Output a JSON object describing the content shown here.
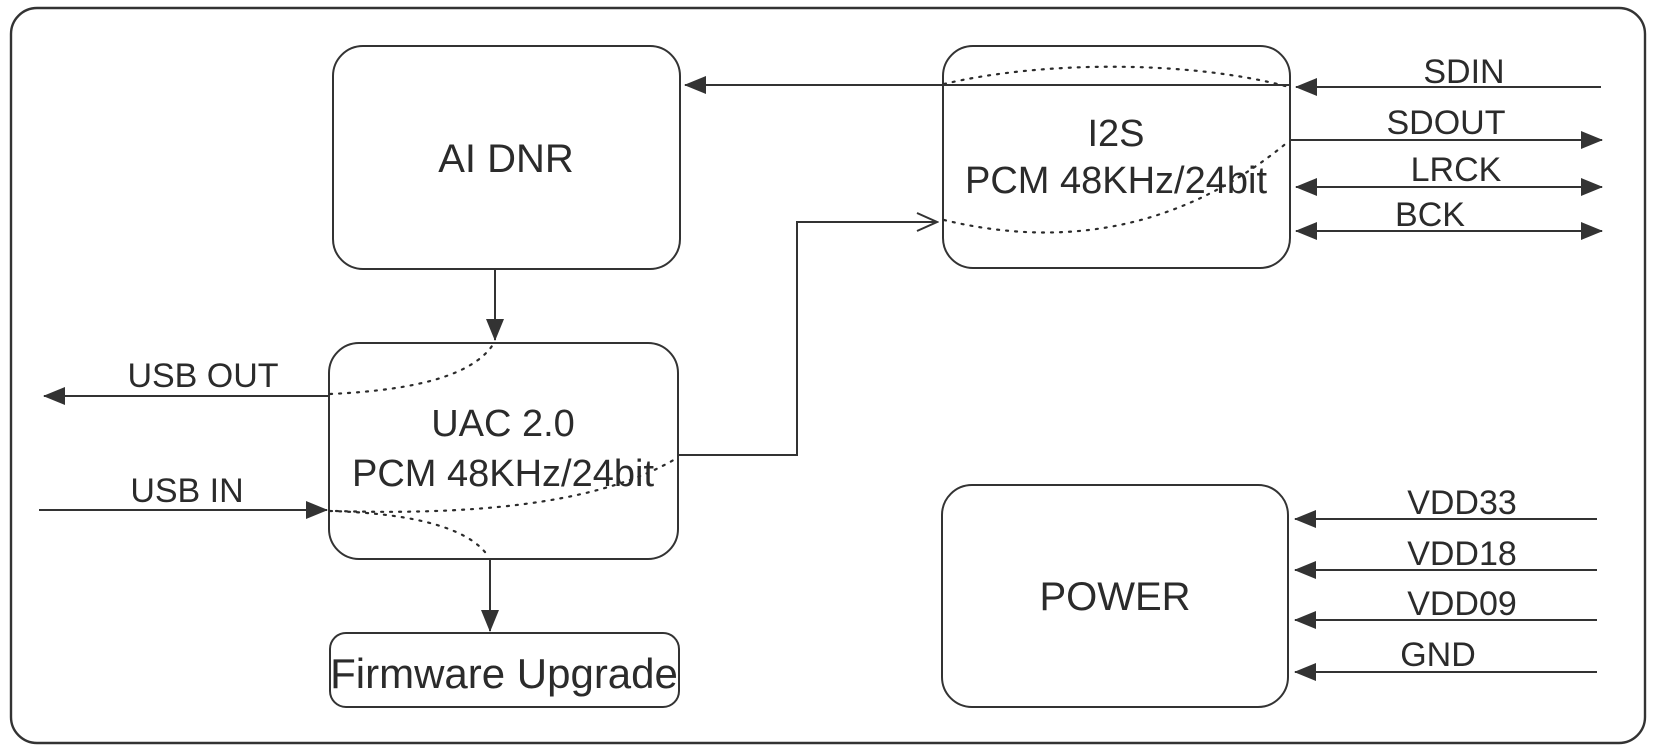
{
  "colors": {
    "stroke": "#333333",
    "text": "#2b2b2b",
    "background": "#ffffff"
  },
  "blocks": {
    "ai_dnr": {
      "label": "AI DNR"
    },
    "i2s": {
      "title": "I2S",
      "subtitle": "PCM 48KHz/24bit"
    },
    "uac": {
      "title": "UAC 2.0",
      "subtitle": "PCM 48KHz/24bit"
    },
    "power": {
      "label": "POWER"
    },
    "firmware_upgrade": {
      "label": "Firmware Upgrade"
    }
  },
  "pins": {
    "usb_out": {
      "label": "USB OUT",
      "direction": "out"
    },
    "usb_in": {
      "label": "USB IN",
      "direction": "in"
    },
    "sdin": {
      "label": "SDIN",
      "direction": "in"
    },
    "sdout": {
      "label": "SDOUT",
      "direction": "out"
    },
    "lrck": {
      "label": "LRCK",
      "direction": "bidirectional"
    },
    "bck": {
      "label": "BCK",
      "direction": "bidirectional"
    },
    "vdd33": {
      "label": "VDD33",
      "direction": "in"
    },
    "vdd18": {
      "label": "VDD18",
      "direction": "in"
    },
    "vdd09": {
      "label": "VDD09",
      "direction": "in"
    },
    "gnd": {
      "label": "GND",
      "direction": "in"
    }
  }
}
